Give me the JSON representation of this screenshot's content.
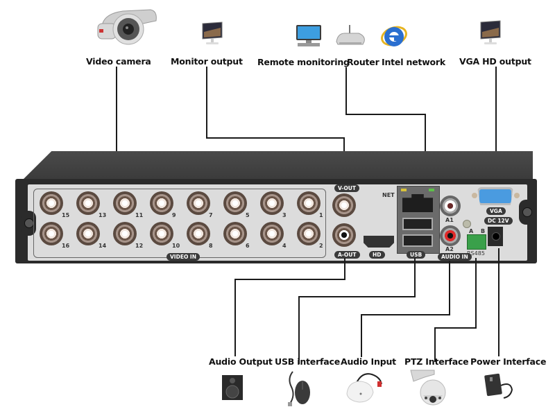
{
  "title": "DVR rear panel interface diagram",
  "top_labels": {
    "video_camera": "Video camera",
    "monitor_output": "Monitor output",
    "remote_monitoring": "Remote monitoring",
    "router": "Router",
    "intel_network": "Intel network",
    "vga_hd_output": "VGA HD output"
  },
  "bottom_labels": {
    "audio_output": "Audio Output",
    "usb_interface": "USB interface",
    "audio_input": "Audio Input",
    "ptz_interface": "PTZ Interface",
    "power_interface": "Power Interface"
  },
  "panel": {
    "video_in_label": "VIDEO IN",
    "video_channels_top": [
      "15",
      "13",
      "11",
      "9",
      "7",
      "5",
      "3",
      "1"
    ],
    "video_channels_bottom": [
      "16",
      "14",
      "12",
      "10",
      "8",
      "6",
      "4",
      "2"
    ],
    "v_out": "V-OUT",
    "a_out": "A-OUT",
    "hd": "HD",
    "net": "NET",
    "usb_symbol": "USB",
    "a1": "A1",
    "a2": "A2",
    "audio_in": "AUDIO IN",
    "vga": "VGA",
    "dc": "DC 12V",
    "rs485": "RS485",
    "rs485_a": "A",
    "rs485_b": "B"
  },
  "colors": {
    "vga_port": "#4a9be0",
    "rs485_terminal": "#3aa04a",
    "audio_red": "#e02a2a",
    "led_yellow": "#d8c23a",
    "led_green": "#5ec04a"
  }
}
